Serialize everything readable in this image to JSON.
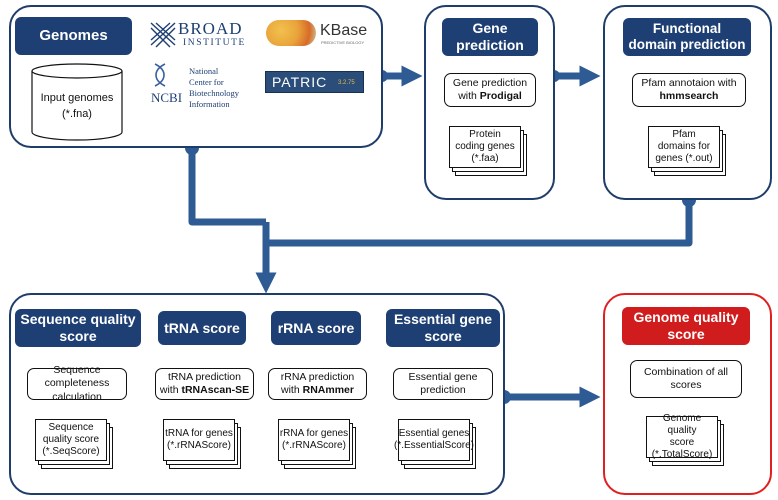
{
  "input": {
    "header": "Genomes",
    "cylinder_label": "Input genomes",
    "cylinder_sub": "(*.fna)",
    "logos": {
      "broad_main": "BROAD",
      "broad_sub": "INSTITUTE",
      "kbase": "KBase",
      "kbase_tag": "PREDICTIVE BIOLOGY",
      "ncbi": "NCBI",
      "ncbi_l1": "National",
      "ncbi_l2": "Center for",
      "ncbi_l3": "Biotechnology",
      "ncbi_l4": "Information",
      "patric": "PATRIC",
      "patric_ver": "3.2.75"
    }
  },
  "gene_prediction": {
    "header": "Gene\nprediction",
    "step_pre": "Gene prediction with ",
    "step_tool": "Prodigal",
    "output": "Protein\ncoding genes\n(*.faa)"
  },
  "functional": {
    "header": "Functional\ndomain prediction",
    "step_pre": "Pfam annotaion with ",
    "step_tool": "hmmsearch",
    "output": "Pfam\ndomains for\ngenes (*.out)"
  },
  "scores": [
    {
      "header": "Sequence quality\nscore",
      "step_pre": "Sequence completeness calculation",
      "step_tool": "",
      "output": "Sequence\nquality score\n(*.SeqScore)"
    },
    {
      "header": "tRNA score",
      "step_pre": "tRNA prediction with ",
      "step_tool": "tRNAscan-SE",
      "output": "tRNA for genes\n(*.rRNAScore)"
    },
    {
      "header": "rRNA score",
      "step_pre": "rRNA prediction with ",
      "step_tool": "RNAmmer",
      "output": "rRNA for genes\n(*.rRNAScore)"
    },
    {
      "header": "Essential gene\nscore",
      "step_pre": "Essential gene prediction",
      "step_tool": "",
      "output": "Essential genes\n(*.EssentialScore)"
    }
  ],
  "final": {
    "header": "Genome quality\nscore",
    "step": "Combination of  all scores",
    "output": "Genome quality\nscore\n(*.TotalScore)"
  },
  "colors": {
    "navy": "#1e3f73",
    "line": "#2e5b94",
    "red": "#d01c1c"
  }
}
